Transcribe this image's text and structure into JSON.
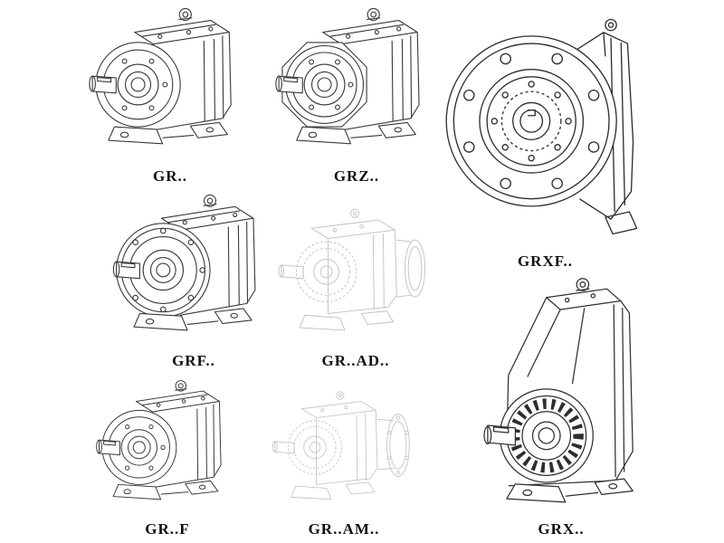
{
  "page": {
    "background": "#ffffff",
    "line_color": "#3a3a3a",
    "ghost_line_color": "#c6c6c6",
    "label_color": "#111111"
  },
  "figures": {
    "gr": {
      "label": "GR..",
      "style": "solid-line-drawing",
      "drawing": "foot-mounted-helical-gear-unit"
    },
    "grz": {
      "label": "GRZ..",
      "style": "solid-line-drawing",
      "drawing": "foot-mounted-helical-gear-unit-octagonal-housing"
    },
    "grxf": {
      "label": "GRXF..",
      "style": "solid-line-drawing",
      "drawing": "flange-mounted-helical-gear-unit-front-view"
    },
    "grf": {
      "label": "GRF..",
      "style": "solid-line-drawing",
      "drawing": "flange-foot-mounted-helical-gear-unit"
    },
    "gr_ad": {
      "label": "GR..AD..",
      "style": "ghost-line-drawing",
      "drawing": "helical-gear-unit-with-input-adapter"
    },
    "gr_f": {
      "label": "GR..F",
      "style": "solid-line-drawing",
      "drawing": "foot-mounted-helical-gear-unit"
    },
    "gr_am": {
      "label": "GR..AM..",
      "style": "ghost-line-drawing",
      "drawing": "helical-gear-unit-with-motor-adapter-flange"
    },
    "grx": {
      "label": "GRX..",
      "style": "solid-line-drawing",
      "drawing": "large-foot-mounted-helical-gear-unit"
    }
  }
}
